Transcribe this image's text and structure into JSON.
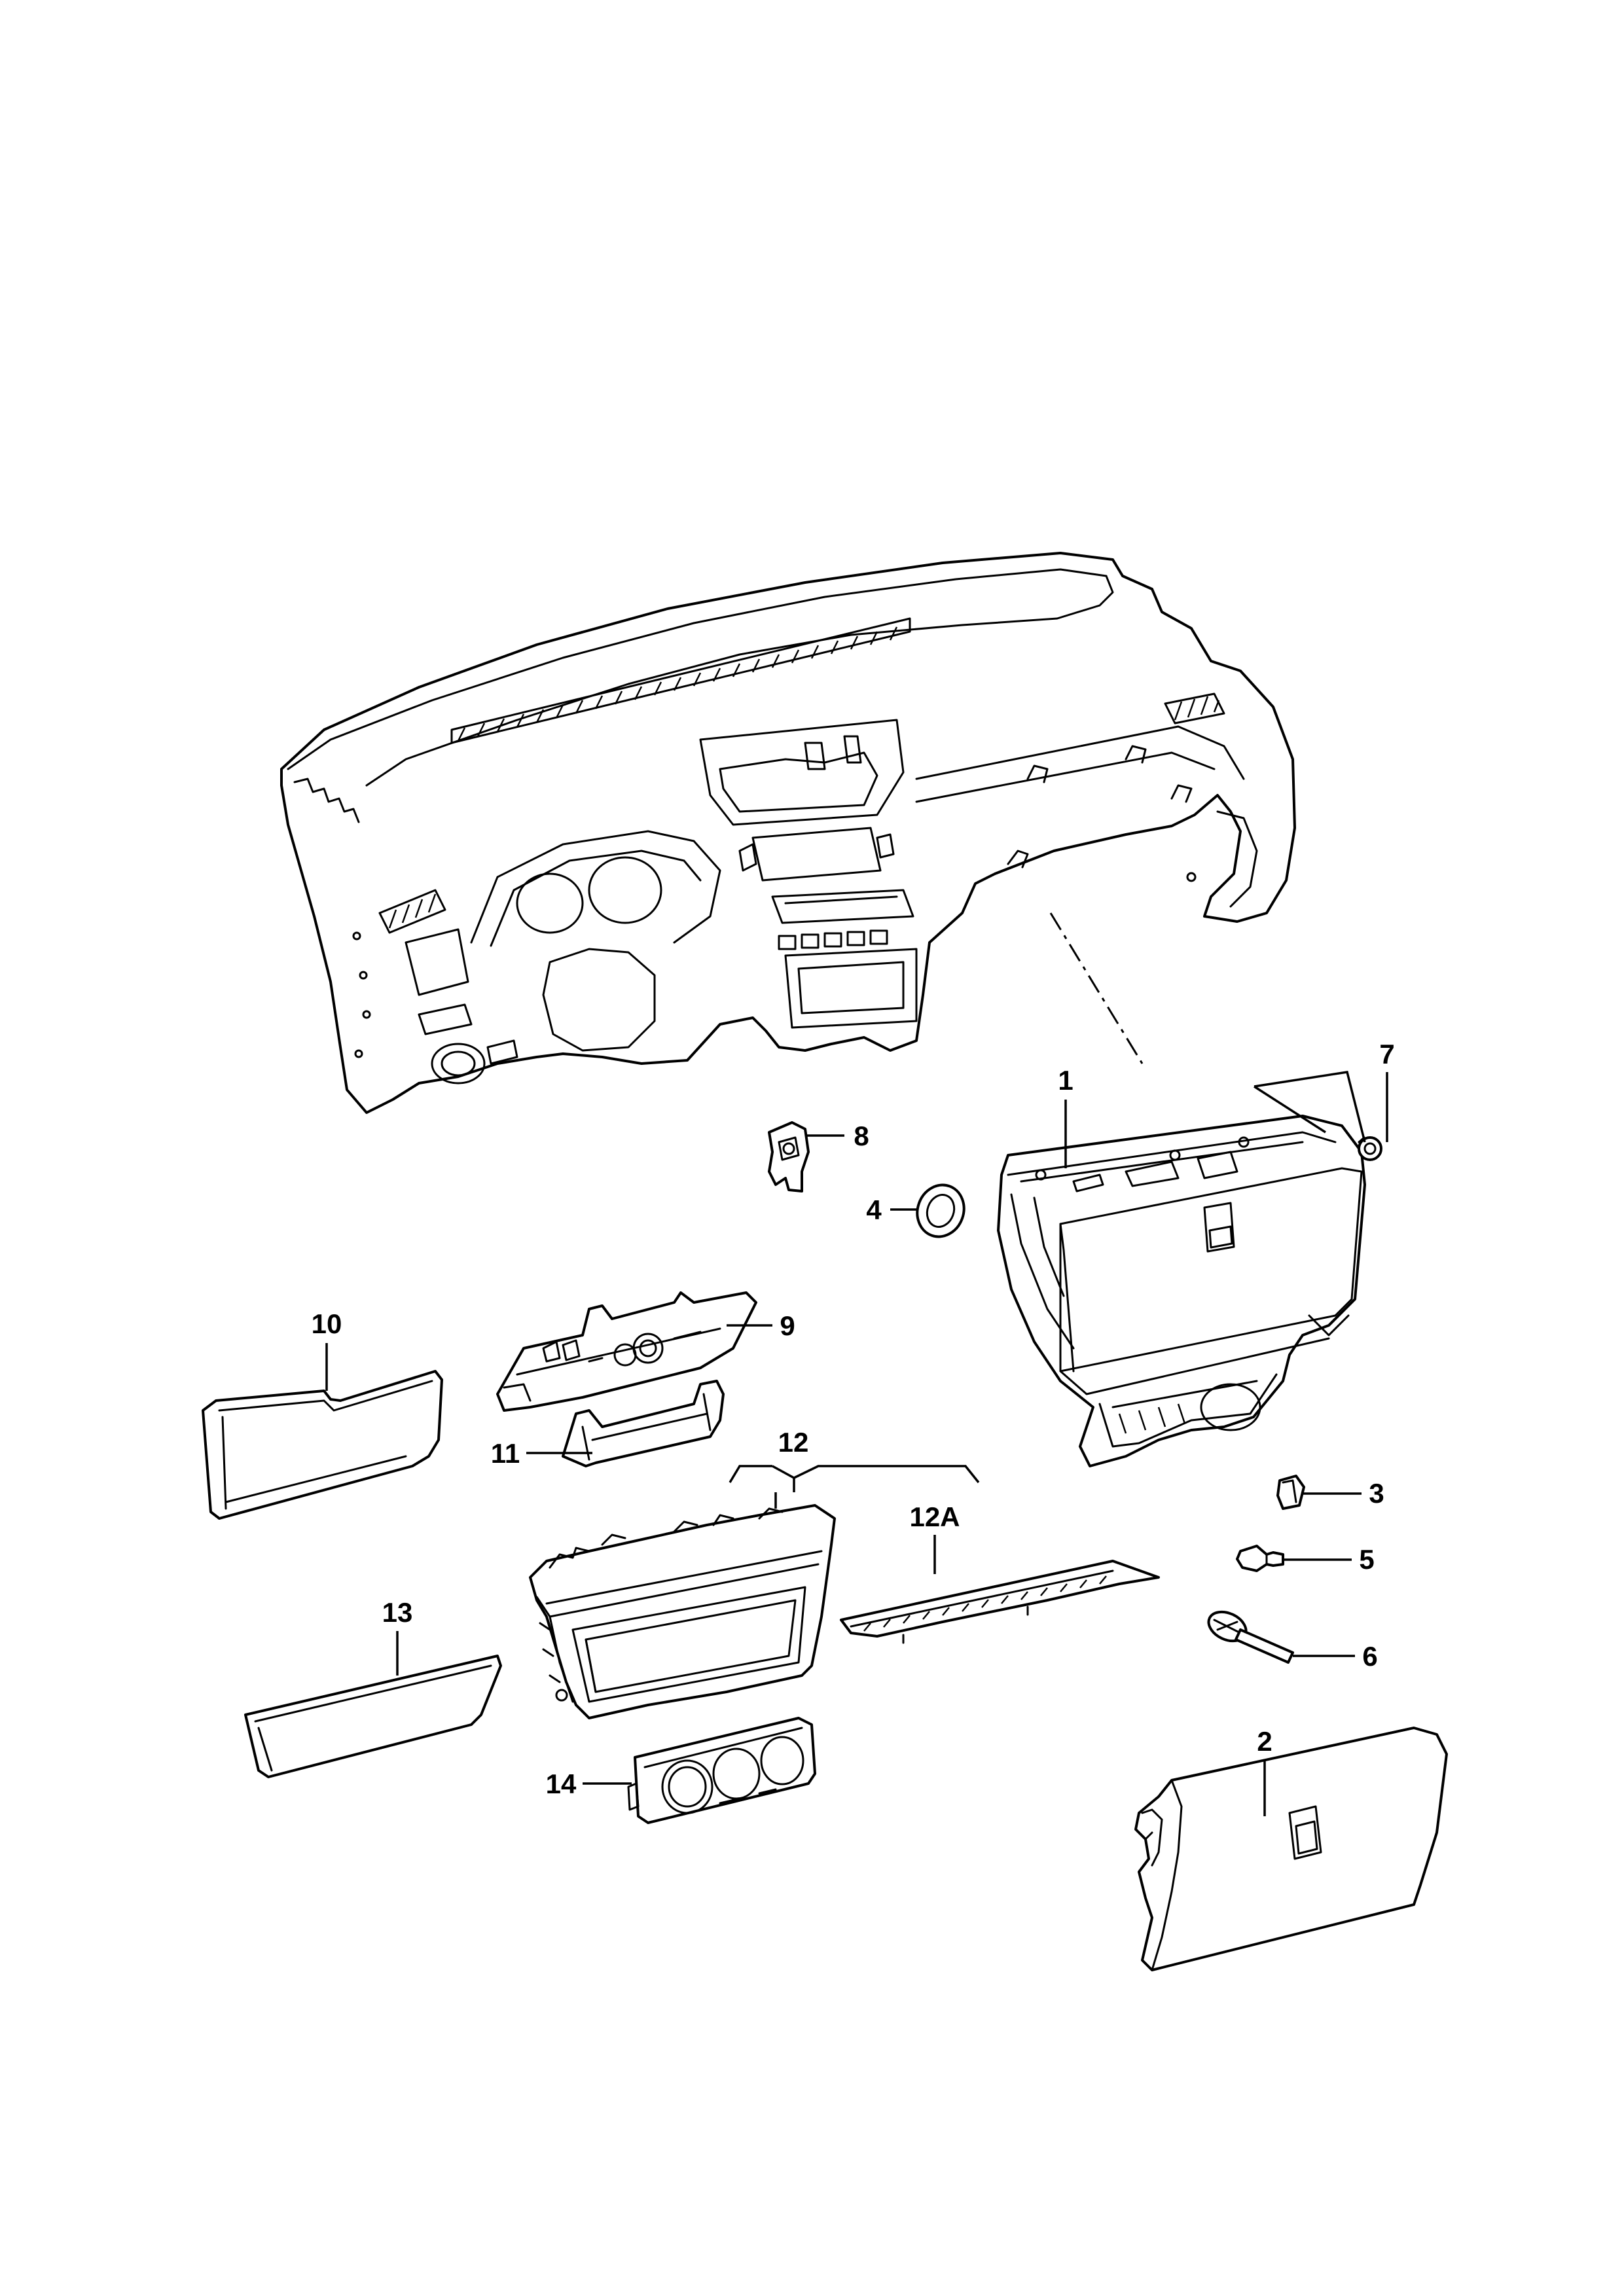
{
  "diagram": {
    "callouts": {
      "c1": "1",
      "c2": "2",
      "c3": "3",
      "c4": "4",
      "c5": "5",
      "c6": "6",
      "c7": "7",
      "c8": "8",
      "c9": "9",
      "c10": "10",
      "c11": "11",
      "c12": "12",
      "c12a": "12A",
      "c13": "13",
      "c14": "14"
    },
    "colors": {
      "line": "#000000",
      "background": "#ffffff"
    }
  }
}
